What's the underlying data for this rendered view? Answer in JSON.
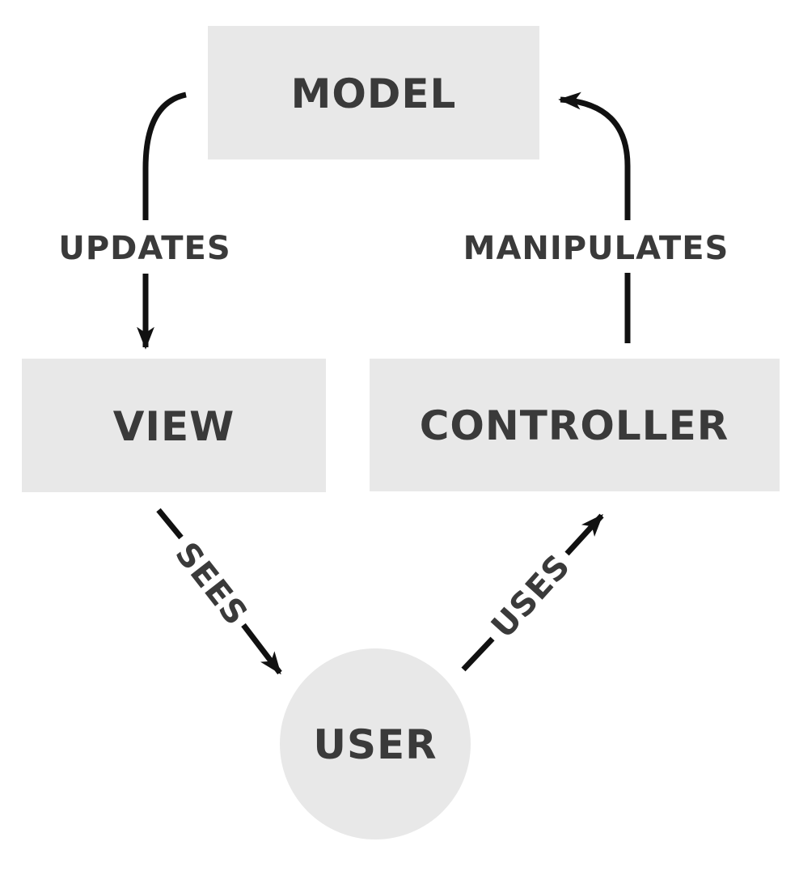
{
  "diagram": {
    "nodes": {
      "model": {
        "label": "MODEL"
      },
      "view": {
        "label": "VIEW"
      },
      "controller": {
        "label": "CONTROLLER"
      },
      "user": {
        "label": "USER"
      }
    },
    "edges": {
      "updates": {
        "label": "UPDATES",
        "from": "MODEL",
        "to": "VIEW"
      },
      "manipulates": {
        "label": "MANIPULATES",
        "from": "CONTROLLER",
        "to": "MODEL"
      },
      "sees": {
        "label": "SEES",
        "from": "VIEW",
        "to": "USER"
      },
      "uses": {
        "label": "USES",
        "from": "USER",
        "to": "CONTROLLER"
      }
    },
    "colors": {
      "background": "#ffffff",
      "node_fill": "#e8e8e8",
      "label_text": "#3a3a3a",
      "arrow": "#111111"
    }
  }
}
